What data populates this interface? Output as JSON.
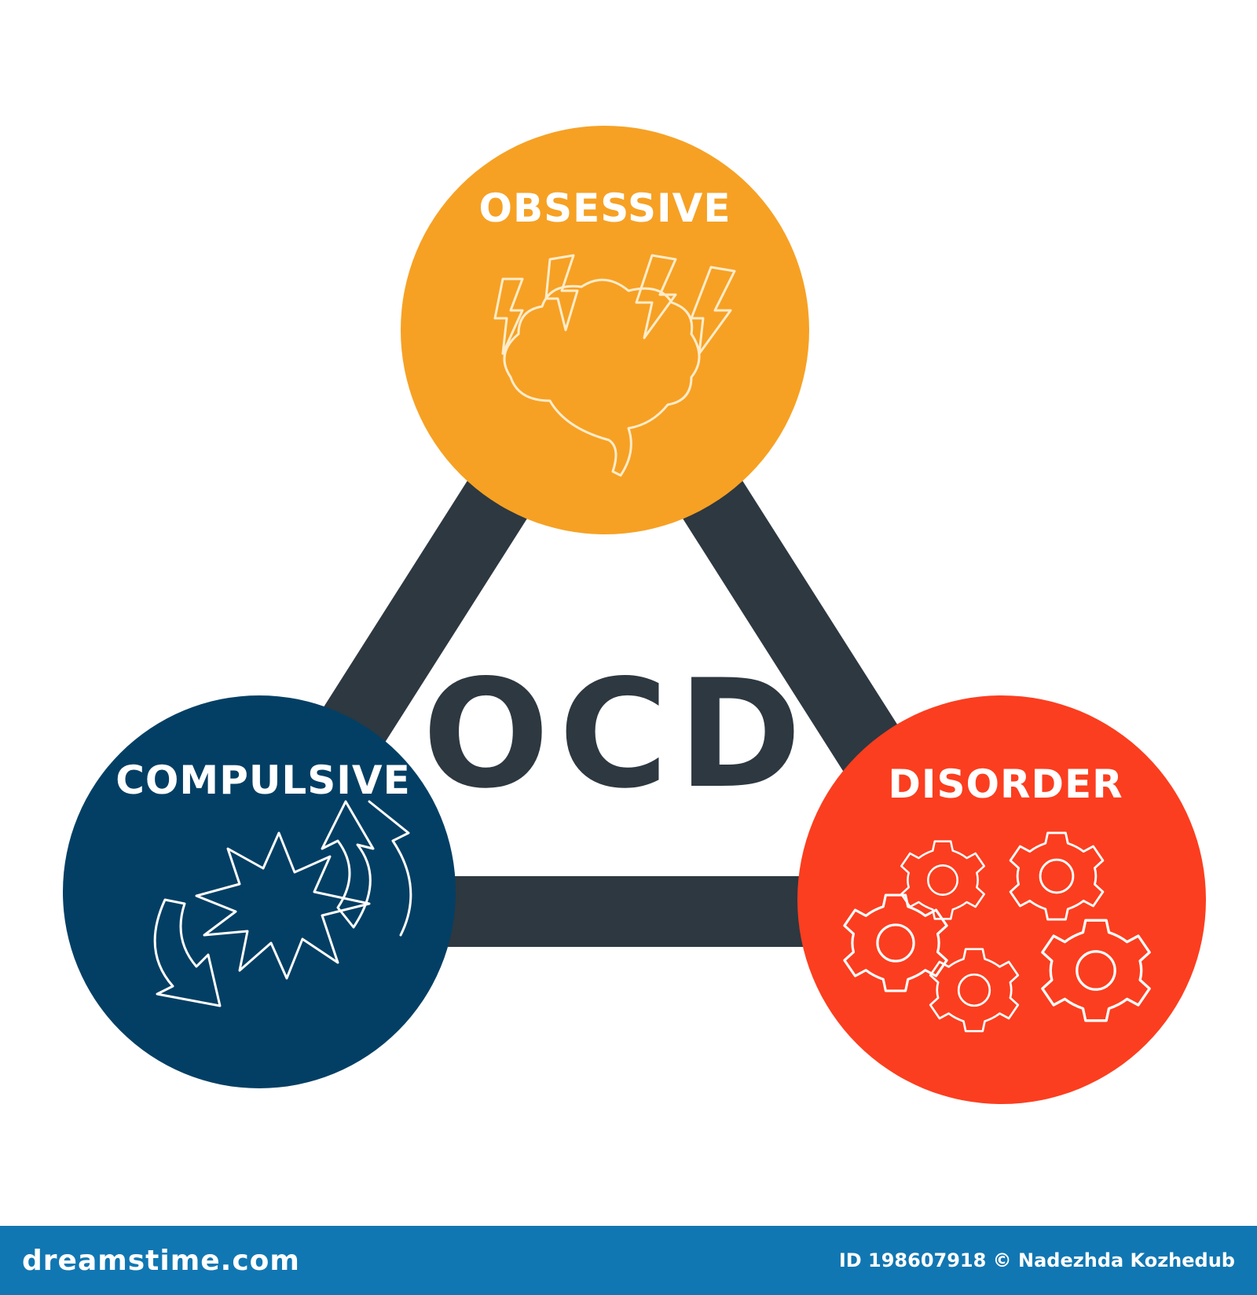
{
  "diagram": {
    "center_label": "OCD",
    "nodes": [
      {
        "id": "obsessive",
        "label": "OBSESSIVE",
        "color": "#f6a124",
        "icon": "brain-lightning-icon"
      },
      {
        "id": "compulsive",
        "label": "COMPULSIVE",
        "color": "#033f64",
        "icon": "cycle-burst-icon"
      },
      {
        "id": "disorder",
        "label": "DISORDER",
        "color": "#fb3e1f",
        "icon": "gears-icon"
      }
    ],
    "connector_color": "#2d3840"
  },
  "footer": {
    "brand": "dreamstime.com",
    "credit": "ID 198607918 © Nadezhda Kozhedub",
    "background": "#1177b2"
  }
}
